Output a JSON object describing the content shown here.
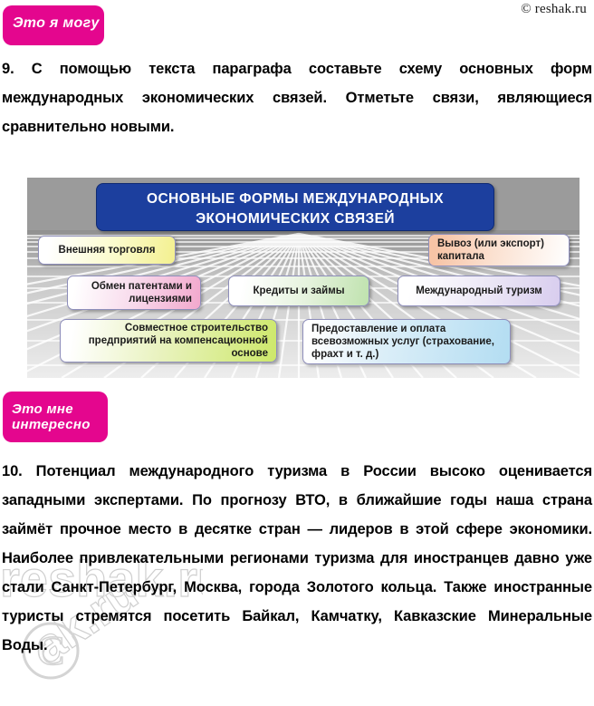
{
  "copyright": "© reshak.ru",
  "badges": {
    "can_do": "Это я могу",
    "interesting_line1": "Это мне",
    "interesting_line2": "интересно"
  },
  "tasks": {
    "task9": "9. С помощью текста параграфа составьте схему основных форм международных экономических связей. Отметьте связи, являющиеся сравнительно новыми.",
    "task10": "10. Потенциал международного туризма в России высоко оценивается западными экспертами. По прогнозу ВТО, в ближайшие годы наша страна займёт прочное место в десятке стран — лидеров в этой сфере экономики. Наиболее привлекательными регионами туризма для иностранцев давно уже стали Санкт-Петербург, Москва, города Золотого кольца. Также иностранные туристы стремятся посетить Байкал, Камчатку, Кавказские Минеральные Воды."
  },
  "watermark": {
    "text": "reshak.ru"
  },
  "diagram": {
    "title_line1": "ОСНОВНЫЕ ФОРМЫ МЕЖДУНАРОДНЫХ",
    "title_line2": "ЭКОНОМИЧЕСКИХ СВЯЗЕЙ",
    "nodes": [
      {
        "id": "trade",
        "label": "Внешняя торговля",
        "color": "#f3f08f"
      },
      {
        "id": "patents",
        "label": "Обмен патентами и лицензиями",
        "color": "#f2a8cd"
      },
      {
        "id": "credits",
        "label": "Кредиты и займы",
        "color": "#bfe2ae"
      },
      {
        "id": "capital",
        "label": "Вывоз (или экспорт) капитала",
        "color": "#f7c4a6"
      },
      {
        "id": "tourism",
        "label": "Международный туризм",
        "color": "#d8cdee"
      },
      {
        "id": "construction",
        "label": "Совместное строительство предприятий на компенсационной основе",
        "color": "#cde86a"
      },
      {
        "id": "services",
        "label": "Предоставление и оплата всевозможных услуг (страхование, фрахт и т. д.)",
        "color": "#b3ddf2"
      }
    ],
    "background_color": "#9b9b9b",
    "banner_color": "#1c3f9e"
  }
}
